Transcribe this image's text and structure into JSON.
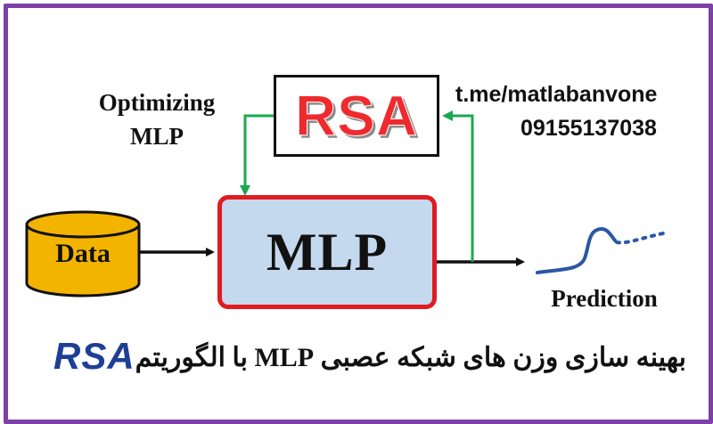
{
  "diagram": {
    "rsa_box": {
      "label": "RSA"
    },
    "mlp_box": {
      "label": "MLP"
    },
    "optimizing_label": {
      "line1": "Optimizing",
      "line2": "MLP"
    },
    "contact": {
      "url": "t.me/matlabanvone",
      "phone": "09155137038"
    },
    "data_node": {
      "label": "Data"
    },
    "prediction_node": {
      "label": "Prediction"
    },
    "caption": {
      "brand": "RSA",
      "text": "بهینه سازی وزن های شبکه عصبی MLP با الگوریتم"
    }
  },
  "colors": {
    "frame": "#7e3fa7",
    "rsa_text": "#ef2a2e",
    "mlp_fill": "#c4d8ee",
    "mlp_border": "#e11b22",
    "data_fill": "#f3b400",
    "feedback_line": "#1aa84f",
    "prediction_curve": "#2b57a5",
    "caption_brand": "#1d3f95"
  }
}
